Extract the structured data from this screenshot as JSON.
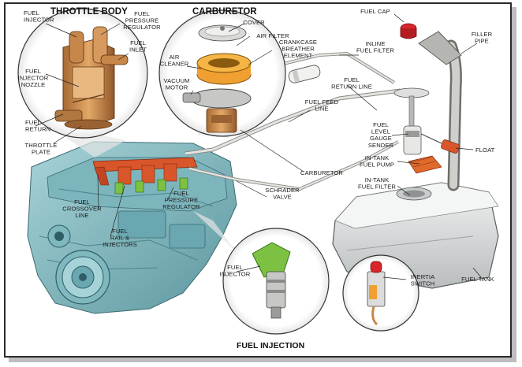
{
  "caption": "FUEL INJECTION",
  "headers": {
    "throttle_body": "THROTTLE BODY",
    "carburetor": "CARBURETOR"
  },
  "labels": {
    "fuel_injector_tb": [
      "FUEL",
      "INJECTOR"
    ],
    "fuel_pressure_regulator_tb": [
      "FUEL",
      "PRESSURE",
      "REGULATOR"
    ],
    "fuel_inlet": [
      "FUEL",
      "INLET"
    ],
    "fuel_injector_nozzle": [
      "FUEL",
      "INJECTOR",
      "NOZZLE"
    ],
    "fuel_return_tb": [
      "FUEL",
      "RETURN"
    ],
    "throttle_plate": [
      "THROTTLE",
      "PLATE"
    ],
    "cover": [
      "COVER"
    ],
    "air_filter": [
      "AIR FILTER"
    ],
    "air_cleaner": [
      "AIR",
      "CLEANER"
    ],
    "crankcase_breather": [
      "CRANKCASE",
      "BREATHER",
      "ELEMENT"
    ],
    "vacuum_motor": [
      "VACUUM",
      "MOTOR"
    ],
    "fuel_cap": [
      "FUEL CAP"
    ],
    "filler_pipe": [
      "FILLER",
      "PIPE"
    ],
    "inline_fuel_filter": [
      "INLINE",
      "FUEL FILTER"
    ],
    "fuel_return_line": [
      "FUEL",
      "RETURN LINE"
    ],
    "fuel_feed_line": [
      "FUEL FEED",
      "LINE"
    ],
    "fuel_level_gauge_sender": [
      "FUEL",
      "LEVEL",
      "GAUGE",
      "SENDER"
    ],
    "float": [
      "FLOAT"
    ],
    "in_tank_fuel_pump": [
      "IN-TANK",
      "FUEL PUMP"
    ],
    "in_tank_fuel_filter": [
      "IN-TANK",
      "FUEL FILTER"
    ],
    "carburetor_label": [
      "CARBURETOR"
    ],
    "schrader_valve": [
      "SCHRADER",
      "VALVE"
    ],
    "fuel_crossover_line": [
      "FUEL",
      "CROSSOVER",
      "LINE"
    ],
    "fuel_rail_injectors": [
      "FUEL",
      "RAIL &",
      "INJECTORS"
    ],
    "fuel_pressure_regulator_eng": [
      "FUEL",
      "PRESSURE",
      "REGULATOR"
    ],
    "fuel_injector_main": [
      "FUEL",
      "INJECTOR"
    ],
    "inertia_switch": [
      "INERTIA",
      "SWITCH"
    ],
    "fuel_tank": [
      "FUEL TANK"
    ]
  },
  "colors": {
    "engine": "#8fc3c9",
    "engine_dark": "#5f9aa3",
    "fuel_line": "#d7d7d2",
    "rail": "#d9552a",
    "injector_green": "#7cc142",
    "filter_orange": "#f0a030",
    "tank": "#e4e6e6",
    "copper": "#c8874a",
    "cap_red": "#d8262a"
  }
}
